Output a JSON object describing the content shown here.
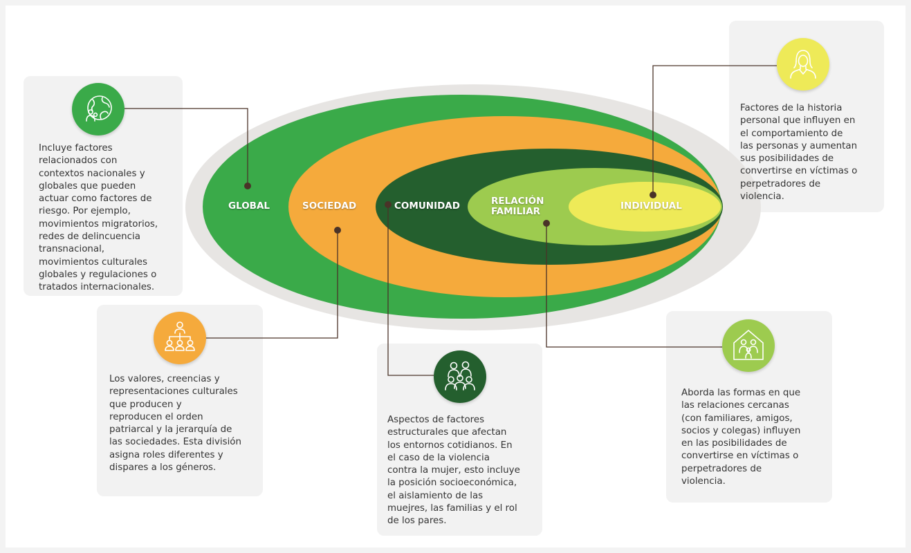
{
  "levels": [
    {
      "id": "global",
      "label": "GLOBAL",
      "color": "#3aaa49"
    },
    {
      "id": "sociedad",
      "label": "SOCIEDAD",
      "color": "#f5aa3c"
    },
    {
      "id": "comunidad",
      "label": "COMUNIDAD",
      "color": "#245f2e"
    },
    {
      "id": "relacion",
      "label": "RELACIÓN FAMILIAR",
      "label_line1": "RELACIÓN",
      "label_line2": "FAMILIAR",
      "color": "#9dcb4f"
    },
    {
      "id": "individual",
      "label": "INDIVIDUAL",
      "color": "#eeea58"
    }
  ],
  "descriptions": {
    "global": {
      "icon": "globe-people-icon",
      "lines": [
        "Incluye factores",
        "relacionados con",
        "contextos nacionales y",
        "globales que pueden",
        "actuar como factores de",
        "riesgo. Por ejemplo,",
        "movimientos migratorios,",
        "redes de delincuencia",
        "transnacional,",
        "movimientos culturales",
        "globales y regulaciones o",
        "tratados internacionales."
      ]
    },
    "sociedad": {
      "icon": "hierarchy-people-icon",
      "lines": [
        "Los valores, creencias y",
        "representaciones culturales",
        "que producen y",
        "reproducen el orden",
        "patriarcal y la jerarquía de",
        "las sociedades. Esta división",
        "asigna roles diferentes y",
        "dispares a los géneros."
      ]
    },
    "comunidad": {
      "icon": "community-group-icon",
      "lines": [
        "Aspectos de factores",
        "estructurales que afectan",
        "los entornos cotidianos. En",
        "el caso de la violencia",
        "contra la mujer, esto incluye",
        "la posición socioeconómica,",
        "el aislamiento de las",
        "muejres, las familias y el rol",
        "de los pares."
      ]
    },
    "relacion": {
      "icon": "family-house-icon",
      "lines": [
        "Aborda las formas en que",
        "las relaciones cercanas",
        "(con familiares, amigos,",
        "socios y colegas) influyen",
        "en las posibilidades de",
        "convertirse en víctimas o",
        "perpetradores de",
        "violencia."
      ]
    },
    "individual": {
      "icon": "woman-portrait-icon",
      "lines": [
        "Factores de la historia",
        "personal que influyen en",
        "el comportamiento de",
        "las personas y aumentan",
        "sus posibilidades de",
        "convertirse en víctimas o",
        "perpetradores de",
        "violencia."
      ]
    }
  },
  "colors": {
    "card_background": "#f2f2f2",
    "connector": "#4a3328",
    "text": "#333333",
    "halo": "#e7e5e3"
  }
}
